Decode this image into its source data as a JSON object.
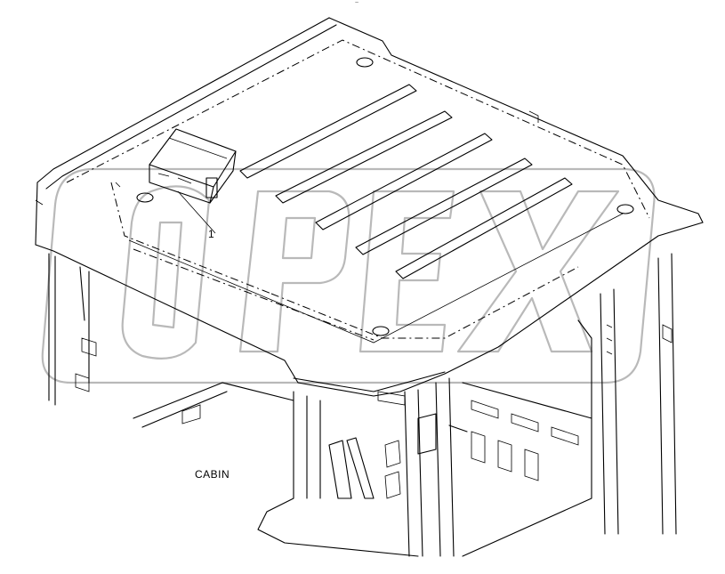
{
  "diagram": {
    "caption": "CABIN",
    "callouts": [
      {
        "number": "1"
      }
    ],
    "top_mark": "~",
    "watermark": "OPEX"
  }
}
